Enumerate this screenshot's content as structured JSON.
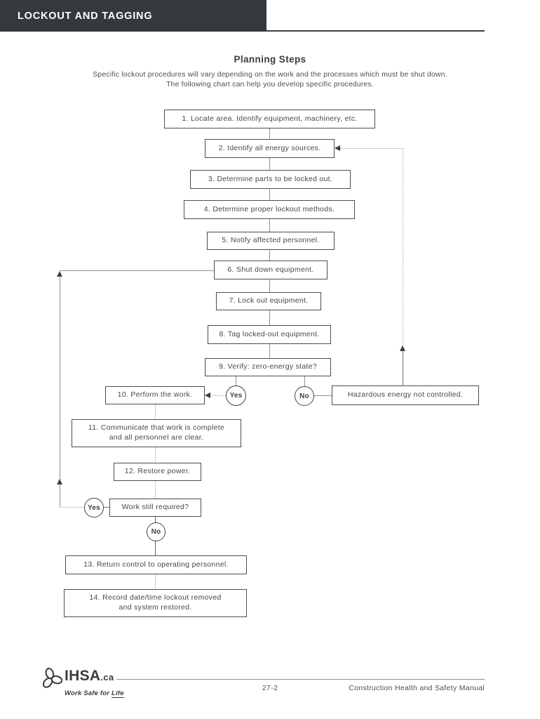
{
  "header": {
    "title": "LOCKOUT AND TAGGING"
  },
  "intro": {
    "heading": "Planning Steps",
    "line1": "Specific lockout procedures will vary depending on the work and the processes which must be shut down.",
    "line2": "The following chart can help you develop specific procedures."
  },
  "flow": {
    "steps": [
      {
        "label": "1. Locate area. Identify equipment, machinery, etc."
      },
      {
        "label": "2. Identify all energy sources."
      },
      {
        "label": "3. Determine parts to be locked out."
      },
      {
        "label": "4. Determine proper lockout methods."
      },
      {
        "label": "5. Notify affected personnel."
      },
      {
        "label": "6. Shut down equipment."
      },
      {
        "label": "7. Lock out equipment."
      },
      {
        "label": "8. Tag locked-out equipment."
      },
      {
        "label": "9. Verify: zero-energy state?"
      },
      {
        "label": "10. Perform the work."
      },
      {
        "line1": "11. Communicate that work is complete",
        "line2": "and all personnel are clear."
      },
      {
        "label": "12. Restore power."
      },
      {
        "label": "13. Return control to operating personnel."
      },
      {
        "line1": "14. Record date/time lockout removed",
        "line2": "and system restored."
      }
    ],
    "yes_label": "Yes",
    "no_label": "No",
    "hazard_label": "Hazardous energy not controlled.",
    "work_required_label": "Work still required?"
  },
  "footer": {
    "logo_main": "IHSA",
    "logo_suffix": ".ca",
    "tagline_prefix": "Work Safe for ",
    "tagline_life": "Life",
    "page_number": "27-2",
    "manual_title": "Construction Health and Safety Manual"
  },
  "colors": {
    "header_bg": "#343a3c",
    "box_border": "#4d4d4d",
    "connector_gray": "#909090",
    "arrow_dark": "#3d3d3d"
  }
}
